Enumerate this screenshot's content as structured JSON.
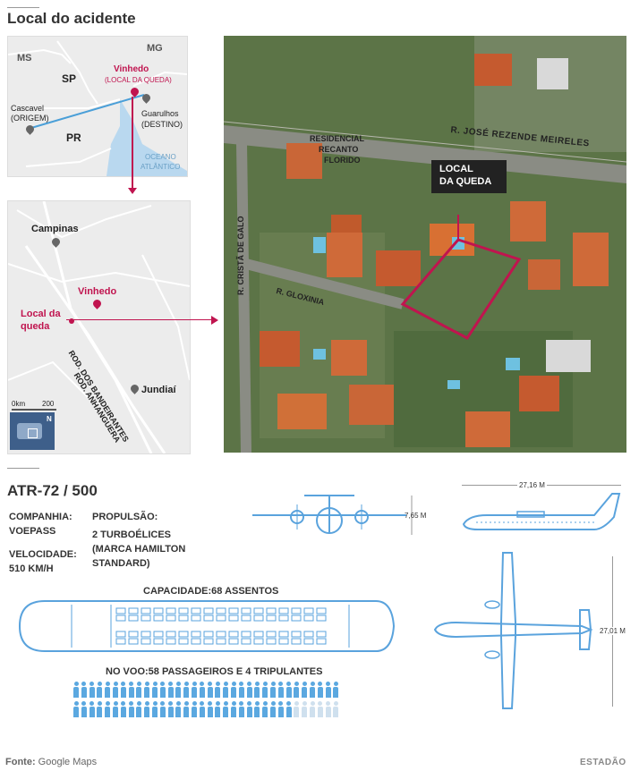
{
  "header": {
    "title": "Local do acidente"
  },
  "map1": {
    "states": [
      "MS",
      "MG",
      "SP",
      "PR"
    ],
    "vinhedo": "Vinhedo",
    "vinhedo_note": "(LOCAL DA QUEDA)",
    "cascavel": "Cascavel",
    "cascavel_note": "(ORIGEM)",
    "guarulhos": "Guarulhos",
    "guarulhos_note": "(DESTINO)",
    "ocean_line1": "OCEANO",
    "ocean_line2": "ATLÂNTICO"
  },
  "map2": {
    "campinas": "Campinas",
    "vinhedo": "Vinhedo",
    "local_line1": "Local da",
    "local_line2": "queda",
    "rod_anhanguera": "ROD. ANHANGUERA",
    "rod_bandeirantes": "ROD. DOS BANDEIRANTES",
    "jundiai": "Jundiaí",
    "scale_start": "0km",
    "scale_end": "200",
    "compass": "N"
  },
  "satellite": {
    "road_top": "R. JOSÉ REZENDE MEIRELES",
    "road_left": "R. CRISTÃ DE GALO",
    "road_mid": "R. GLOXINIA",
    "residential_line1": "RESIDENCIAL",
    "residential_line2": "RECANTO",
    "residential_line3": "FLORIDO",
    "crash_label_line1": "LOCAL",
    "crash_label_line2": "DA QUEDA"
  },
  "aircraft": {
    "model": "ATR-72 / 500",
    "company_label": "COMPANHIA:",
    "company_value": "VOEPASS",
    "speed_label": "VELOCIDADE:",
    "speed_value": "510 KM/H",
    "propulsion_label": "PROPULSÃO:",
    "propulsion_line1": "2 TURBOÉLICES",
    "propulsion_line2": "(MARCA HAMILTON",
    "propulsion_line3": "STANDARD)",
    "height": "7,65 M",
    "length": "27,16 M",
    "wingspan": "27,01 M",
    "capacity": "CAPACIDADE:68 ASSENTOS",
    "flight_text": "NO VOO:58 PASSAGEIROS E 4 TRIPULANTES",
    "passengers": 58,
    "crew": 4,
    "seats": 68
  },
  "footer": {
    "source_label": "Fonte:",
    "source_value": "Google Maps",
    "brand": "ESTADÃO"
  },
  "colors": {
    "accent": "#c0144f",
    "plane_blue": "#5aa3dd",
    "people_blue": "#5ba8e0",
    "people_light": "#cfe0ee"
  }
}
